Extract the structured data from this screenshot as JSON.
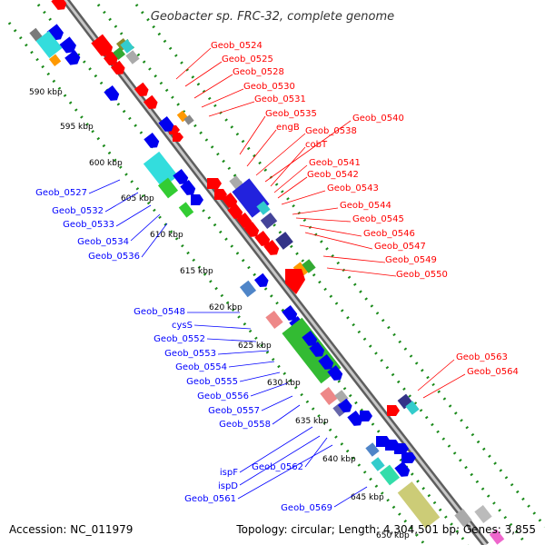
{
  "title": "Geobacter sp. FRC-32, complete genome",
  "footer": {
    "accession": "Accession: NC_011979",
    "topology": "Topology: circular; Length: 4,304,501 bp; Genes: 3,855"
  },
  "colors": {
    "backbone": "#a9a9a9",
    "forward_label": "#ff0000",
    "reverse_label": "#0000ff",
    "dotted_guides": "#008000"
  },
  "kbp_ticks": [
    "590 kbp",
    "595 kbp",
    "600 kbp",
    "605 kbp",
    "610 kbp",
    "615 kbp",
    "620 kbp",
    "625 kbp",
    "630 kbp",
    "635 kbp",
    "640 kbp",
    "645 kbp",
    "650 kbp"
  ],
  "forward_labels": [
    "Geob_0524",
    "Geob_0525",
    "Geob_0528",
    "Geob_0530",
    "Geob_0531",
    "Geob_0535",
    "engB",
    "Geob_0538",
    "Geob_0540",
    "cobT",
    "Geob_0541",
    "Geob_0542",
    "Geob_0543",
    "Geob_0544",
    "Geob_0545",
    "Geob_0546",
    "Geob_0547",
    "Geob_0549",
    "Geob_0550",
    "Geob_0563",
    "Geob_0564"
  ],
  "reverse_labels": [
    "Geob_0527",
    "Geob_0532",
    "Geob_0533",
    "Geob_0534",
    "Geob_0536",
    "Geob_0548",
    "cysS",
    "Geob_0552",
    "Geob_0553",
    "Geob_0554",
    "Geob_0555",
    "Geob_0556",
    "Geob_0557",
    "Geob_0558",
    "ispF",
    "Geob_0562",
    "ispD",
    "Geob_0561",
    "Geob_0569"
  ]
}
